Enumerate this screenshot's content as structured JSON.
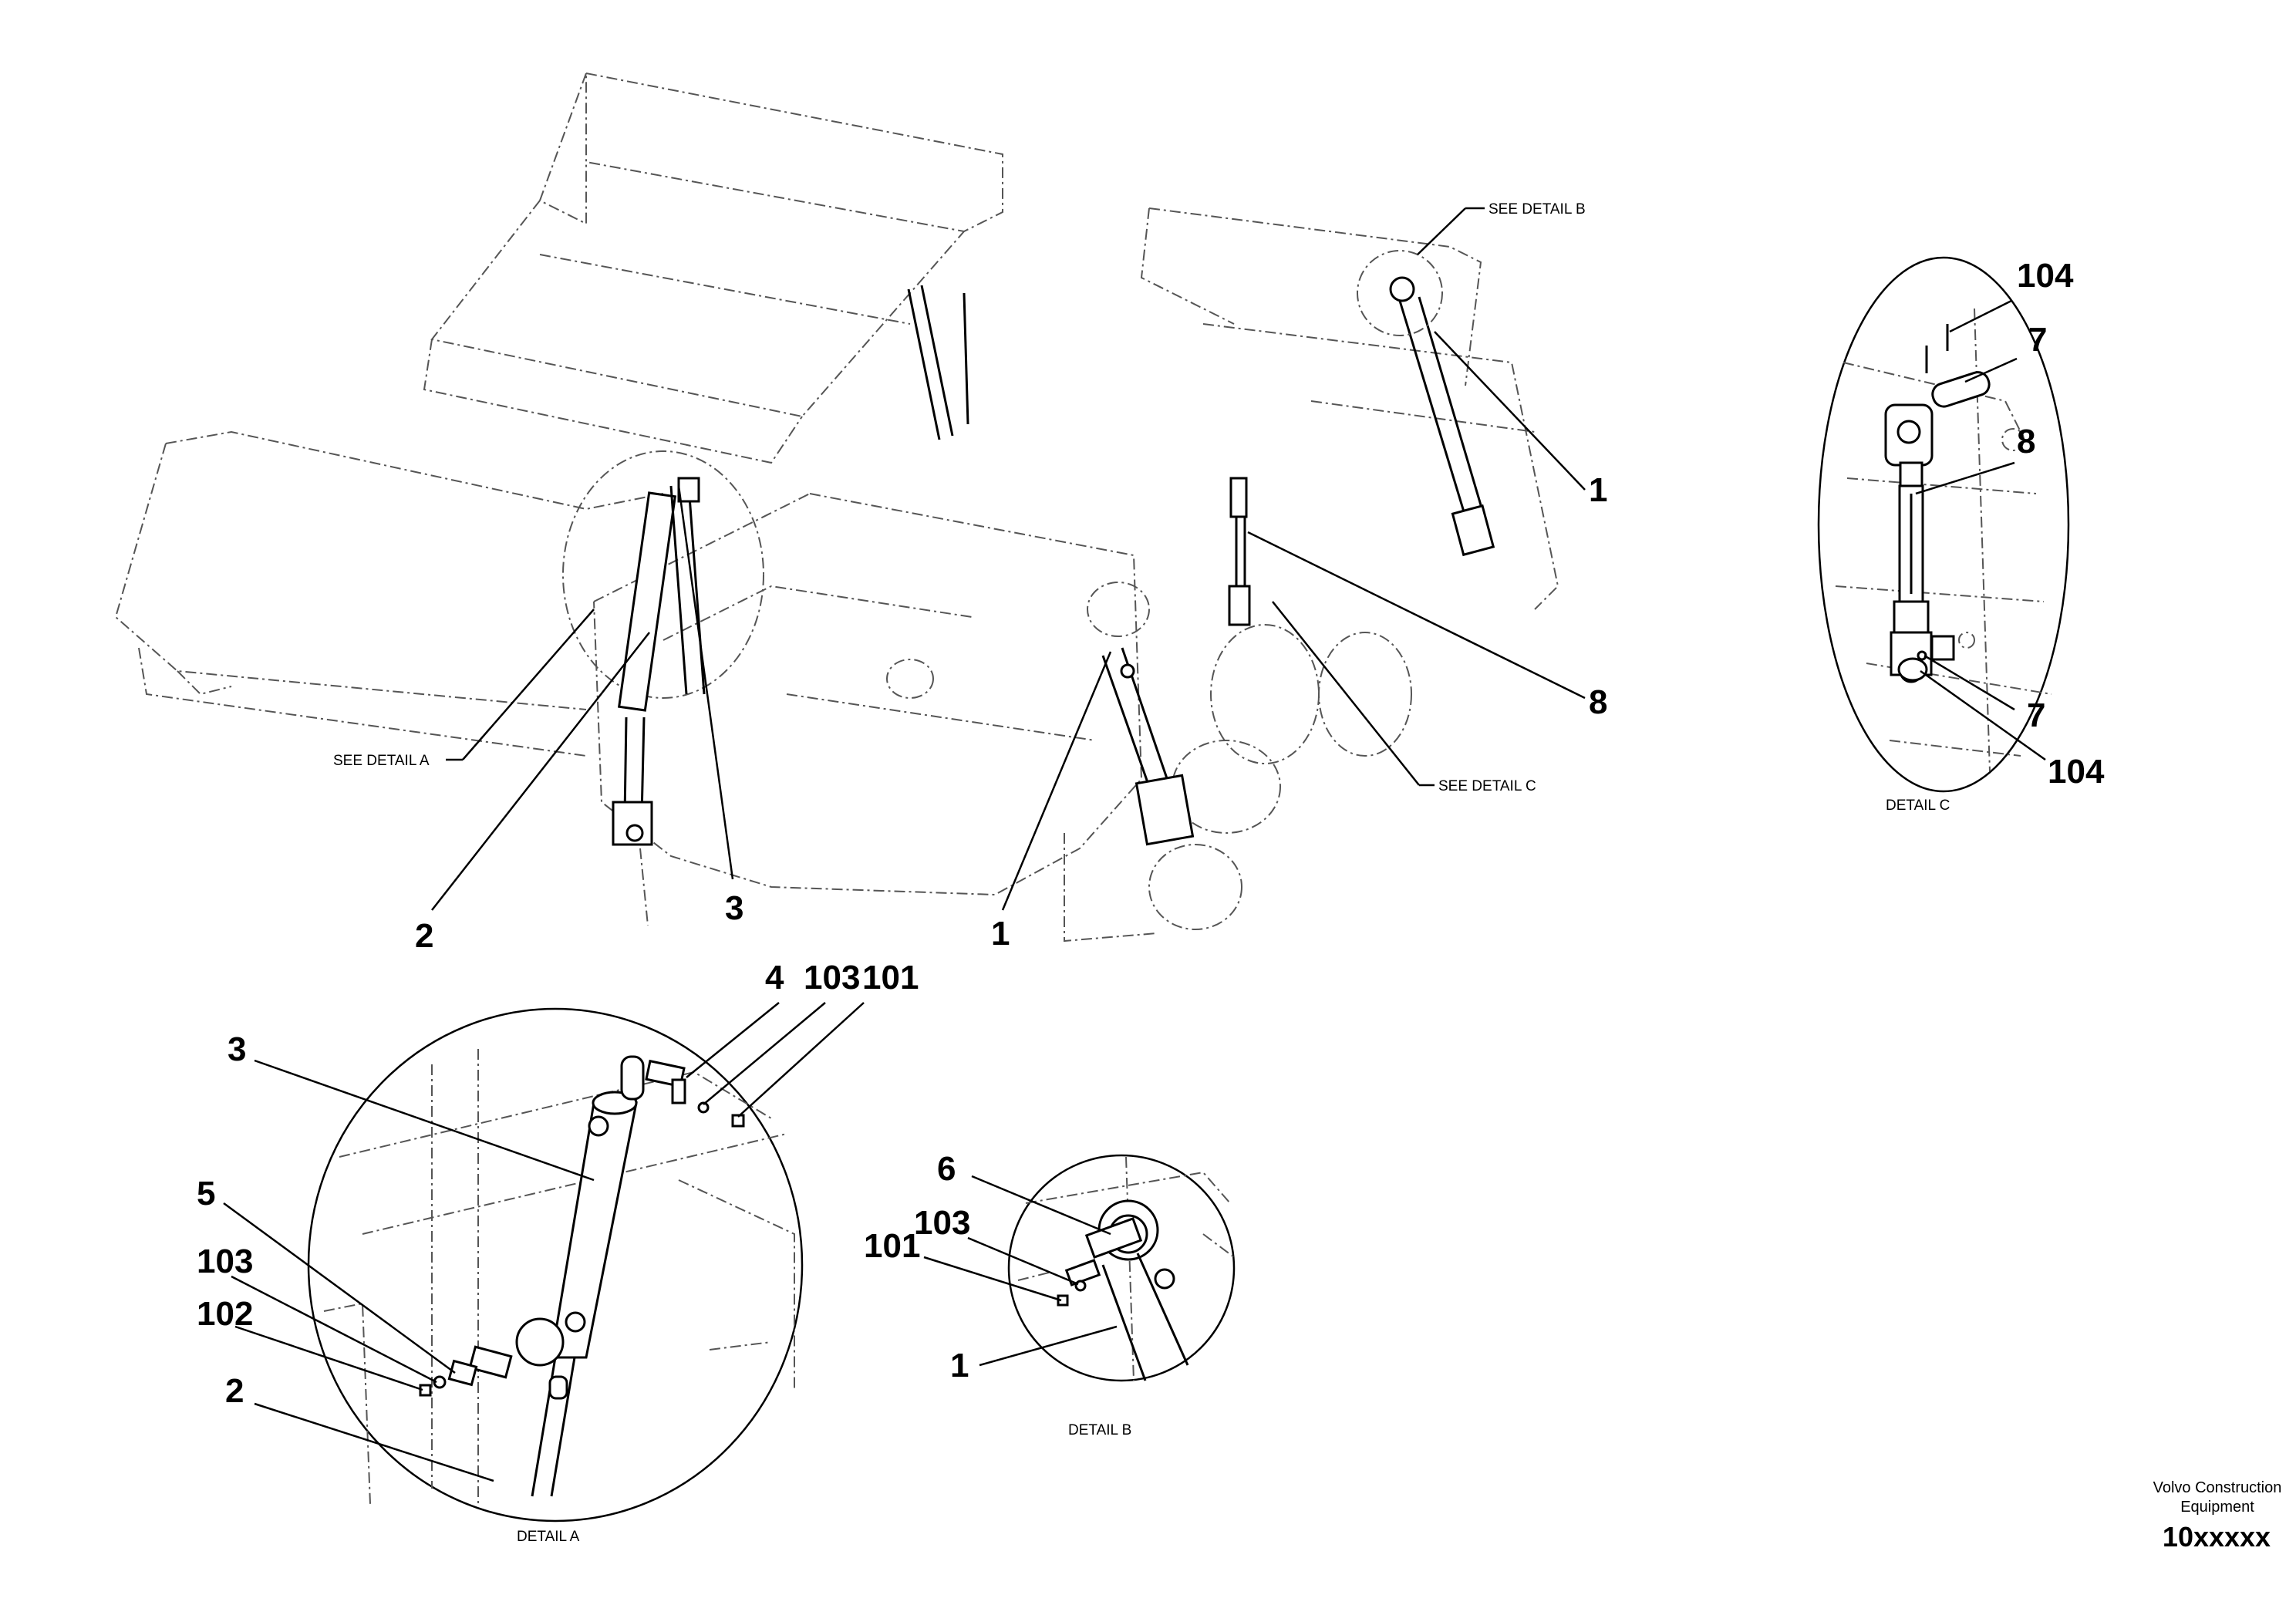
{
  "main_view": {
    "callouts": {
      "c1_right": "1",
      "c1_bottom": "1",
      "c2": "2",
      "c3": "3",
      "c8": "8"
    },
    "notes": {
      "see_detail_a": "SEE DETAIL  A",
      "see_detail_b": "SEE DETAIL  B",
      "see_detail_c": "SEE DETAIL  C"
    }
  },
  "detail_a": {
    "caption": "DETAIL  A",
    "callouts": {
      "c4": "4",
      "c103_top": "103",
      "c101": "101",
      "c3": "3",
      "c5": "5",
      "c103": "103",
      "c102": "102",
      "c2": "2"
    }
  },
  "detail_b": {
    "caption": "DETAIL  B",
    "callouts": {
      "c6": "6",
      "c103": "103",
      "c101": "101",
      "c1": "1"
    }
  },
  "detail_c": {
    "caption": "DETAIL  C",
    "callouts": {
      "c104_top": "104",
      "c7_top": "7",
      "c8": "8",
      "c7_bottom": "7",
      "c104_bottom": "104"
    }
  },
  "footer": {
    "company_line1": "Volvo Construction",
    "company_line2": "Equipment",
    "drawing_code": "10xxxxx"
  }
}
